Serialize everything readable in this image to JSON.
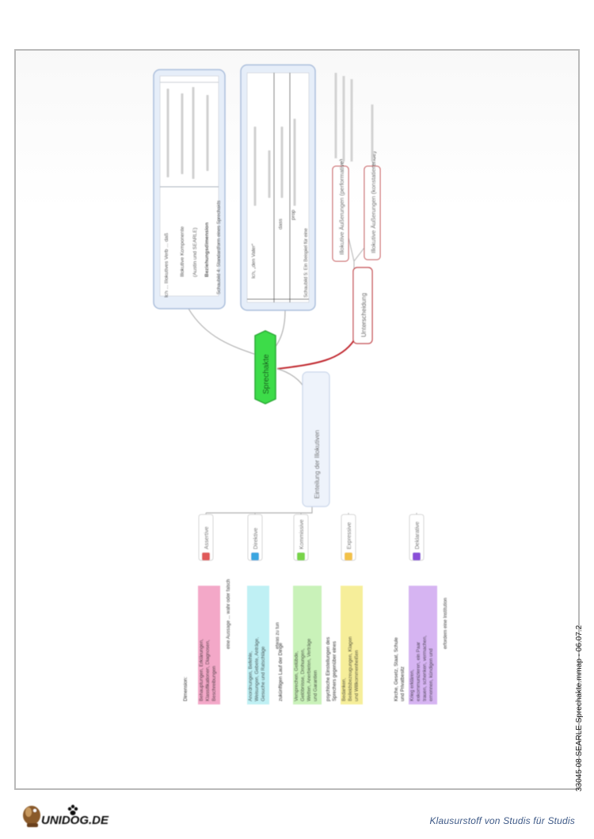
{
  "footer": {
    "brand": "UNIDOG.DE",
    "tagline": "Klausurstoff von Studis für Studis",
    "file_label": "33045 08 SEARLE Sprechakte.mmap - 06.07.2"
  },
  "central": {
    "label": "Sprechakte"
  },
  "branch_left": {
    "label": "Einteilung der Illokutiven"
  },
  "branch_right": {
    "label": "Unterscheidung"
  },
  "right_children": [
    "Illokutive Äußerungen (performative)",
    "Illokutive Äußerungen (konstatierende)"
  ],
  "schaubild4": {
    "lines": [
      "Ich ... Illokutives Verb ... daß",
      "Illokutive Komponente",
      "(Austin und SEARLE)",
      "Beziehungsdimension",
      "Schaubild 4: Standardform eines Sprechakts"
    ]
  },
  "schaubild5": {
    "lines": [
      "Ich, „den Vater“",
      "dass",
      "prop",
      "Schaubild 5: Ein Beispiel für eine"
    ]
  },
  "categories": [
    {
      "label": "Assertive",
      "dot": "#e05a5a",
      "fill": "#f3a8c8",
      "top_text": "Dimension:",
      "desc": "Behauptungen, Erklärungen, Klassifikationen, Diagnosen, Beschreibungen",
      "extra": "eine Aussage ... wahr oder falsch"
    },
    {
      "label": "Direktive",
      "dot": "#3aa6e0",
      "fill": "#bff0f4",
      "top_text": "",
      "desc": "Anordnungen, Befehle, Weisungen, Gebete, Anträge, Gesuche und Ratschläge",
      "extra": "etwas zu tun"
    },
    {
      "label": "Kommissive",
      "dot": "#79d44a",
      "fill": "#c9f2b9",
      "top_text": "zukünftigen Lauf der Dinge",
      "desc": "Versprechen, Gelübde, Gelöbnisse, Drohungen, Wetten, Anerbieten, Verträge und Garantien",
      "extra": ""
    },
    {
      "label": "Expressive",
      "dot": "#f2c24a",
      "fill": "#f6ee9a",
      "top_text": "psychische Einstellungen des Sprechers gegenüber eines Sachverhalts",
      "desc": "Bedanken, Beileidsbezeugungen, Klagen und Willkommenheißen",
      "extra": ""
    },
    {
      "label": "Deklarative",
      "dot": "#8a4fd8",
      "fill": "#d6b4f2",
      "top_text": "Kirche, Gesetz, Staat, Schule und Privatbesitz",
      "desc": "Krieg erklären, exkommunizieren, ein Paar trauen, schenken, vermachen, ernennen, kündigen und entlassen",
      "extra": "erfordern eine Institution"
    }
  ],
  "colors": {
    "central_fill": "#3ddc4a",
    "central_border": "#2aa836",
    "connector_red": "#c0272d",
    "connector_gray": "#b0b0b0",
    "box_blue": "#e6eef9",
    "box_border": "#a9bddb"
  }
}
